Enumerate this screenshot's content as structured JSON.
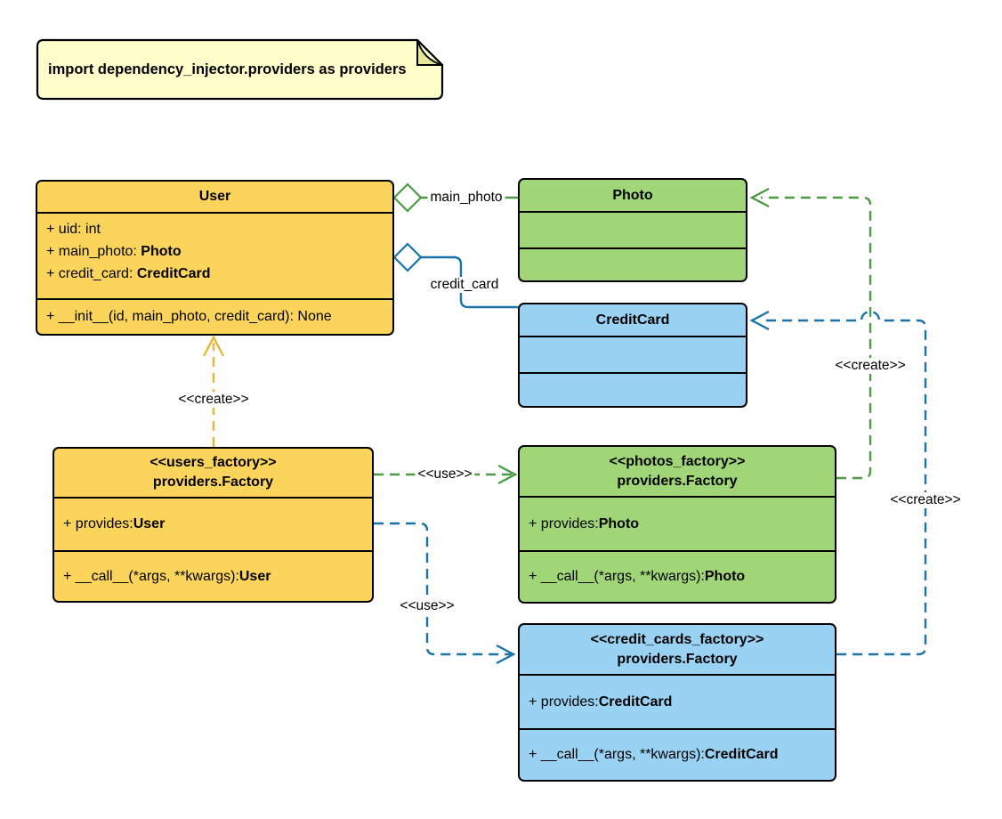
{
  "note": {
    "text": "import dependency_injector.providers as providers"
  },
  "classes": {
    "user": {
      "title": "User",
      "attributes": [
        {
          "prefix": "+ uid: int"
        },
        {
          "prefix": "+ main_photo: ",
          "type": "Photo"
        },
        {
          "prefix": "+ credit_card: ",
          "type": "CreditCard"
        }
      ],
      "methods": [
        {
          "prefix": "+ __init__(id, main_photo, credit_card): None"
        }
      ]
    },
    "photo": {
      "title": "Photo"
    },
    "credit_card": {
      "title": "CreditCard"
    },
    "users_factory": {
      "stereotype": "<<users_factory>>",
      "title": "providers.Factory",
      "attributes": [
        {
          "prefix": "+ provides: ",
          "type": "User"
        }
      ],
      "methods": [
        {
          "prefix": "+ __call__(*args, **kwargs): ",
          "type": "User"
        }
      ]
    },
    "photos_factory": {
      "stereotype": "<<photos_factory>>",
      "title": "providers.Factory",
      "attributes": [
        {
          "prefix": "+ provides: ",
          "type": "Photo"
        }
      ],
      "methods": [
        {
          "prefix": "+ __call__(*args, **kwargs): ",
          "type": "Photo"
        }
      ]
    },
    "credit_cards_factory": {
      "stereotype": "<<credit_cards_factory>>",
      "title": "providers.Factory",
      "attributes": [
        {
          "prefix": "+ provides: ",
          "type": "CreditCard"
        }
      ],
      "methods": [
        {
          "prefix": "+ __call__(*args, **kwargs): ",
          "type": "CreditCard"
        }
      ]
    }
  },
  "connectors": {
    "user_main_photo": {
      "label": "main_photo"
    },
    "user_credit_card": {
      "label": "credit_card"
    },
    "users_factory_creates_user": {
      "label": "<<create>>"
    },
    "users_factory_uses_photos_factory": {
      "label": "<<use>>"
    },
    "users_factory_uses_credit_cards_factory": {
      "label": "<<use>>"
    },
    "photos_factory_creates_photo": {
      "label": "<<create>>"
    },
    "credit_cards_factory_creates_credit_card": {
      "label": "<<create>>"
    }
  },
  "colors": {
    "yellow_fill": "#FBD45C",
    "green_fill": "#A0D677",
    "blue_fill": "#99D2F2",
    "note_fill": "#FFFFCC",
    "note_fold_fill": "#E6E697",
    "yellow_stroke": "#E8B339",
    "green_stroke": "#4D9A45",
    "blue_stroke": "#1874A6",
    "border": "#000000",
    "text": "#000000",
    "background": "#FFFFFF"
  }
}
